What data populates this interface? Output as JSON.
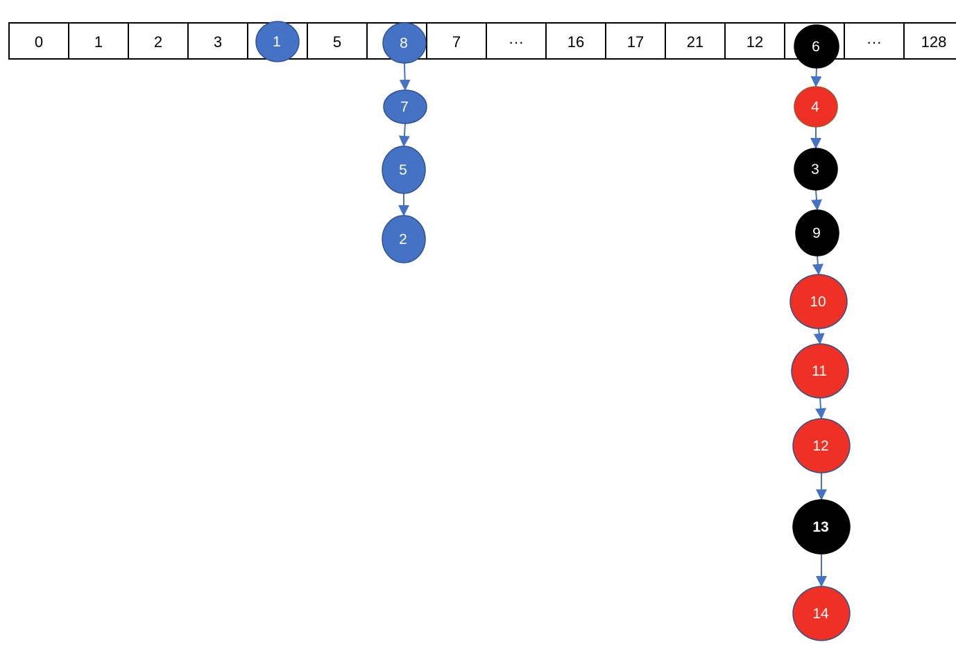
{
  "table": {
    "cells": [
      "0",
      "1",
      "2",
      "3",
      "",
      "5",
      "",
      "7",
      "···",
      "16",
      "17",
      "21",
      "12",
      "",
      "···",
      "128"
    ]
  },
  "chains": {
    "blue": [
      {
        "label": "1",
        "color": "#4472C4"
      },
      {
        "label": "8",
        "color": "#4472C4"
      },
      {
        "label": "7",
        "color": "#4472C4"
      },
      {
        "label": "5",
        "color": "#4472C4"
      },
      {
        "label": "2",
        "color": "#4472C4"
      }
    ],
    "redblack": [
      {
        "label": "6",
        "color": "#000000"
      },
      {
        "label": "4",
        "color": "#EE3124"
      },
      {
        "label": "3",
        "color": "#000000"
      },
      {
        "label": "9",
        "color": "#000000"
      },
      {
        "label": "10",
        "color": "#EE3124"
      },
      {
        "label": "11",
        "color": "#EE3124"
      },
      {
        "label": "12",
        "color": "#EE3124"
      },
      {
        "label": "13",
        "color": "#000000"
      },
      {
        "label": "14",
        "color": "#EE3124"
      }
    ]
  },
  "colors": {
    "arrow": "#4472C4",
    "node_stroke": "#2F528F"
  }
}
